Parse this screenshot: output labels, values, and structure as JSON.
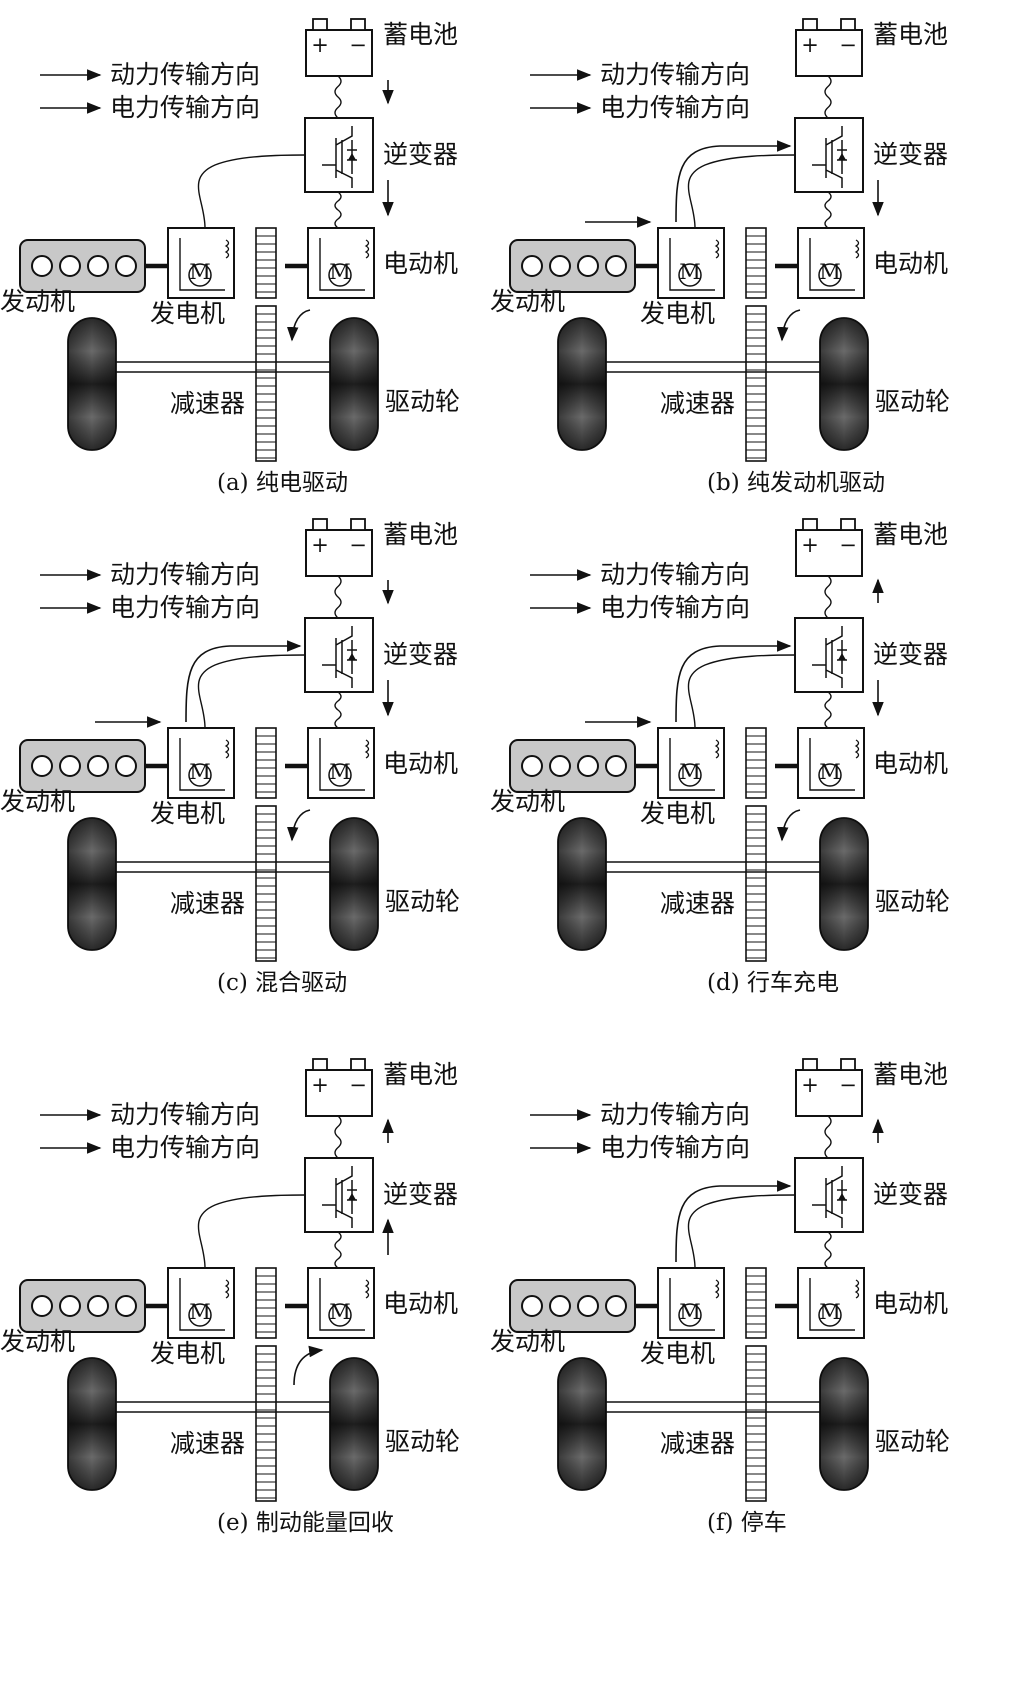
{
  "legend": {
    "power_label": "动力传输方向",
    "electric_label": "电力传输方向"
  },
  "components": {
    "battery": "蓄电池",
    "inverter": "逆变器",
    "motor": "电动机",
    "generator": "发电机",
    "engine": "发动机",
    "reducer": "减速器",
    "wheel": "驱动轮",
    "motor_glyph": "M",
    "plus": "+",
    "minus": "−"
  },
  "panels": [
    {
      "caption": "(a) 纯电驱动",
      "engine_drive": false,
      "electric_gen": false,
      "battery_flow": "down",
      "motor_flow": "down",
      "wheel_flow": "down"
    },
    {
      "caption": "(b) 纯发动机驱动",
      "engine_drive": true,
      "electric_gen": true,
      "battery_flow": "none",
      "motor_flow": "down",
      "wheel_flow": "down"
    },
    {
      "caption": "(c) 混合驱动",
      "engine_drive": true,
      "electric_gen": true,
      "battery_flow": "down",
      "motor_flow": "down",
      "wheel_flow": "down"
    },
    {
      "caption": "(d) 行车充电",
      "engine_drive": true,
      "electric_gen": true,
      "battery_flow": "up",
      "motor_flow": "down",
      "wheel_flow": "down"
    },
    {
      "caption": "(e) 制动能量回收",
      "engine_drive": false,
      "electric_gen": false,
      "battery_flow": "up",
      "motor_flow": "up",
      "wheel_flow": "up"
    },
    {
      "caption": "(f) 停车",
      "engine_drive": false,
      "electric_gen": true,
      "battery_flow": "up",
      "motor_flow": "none",
      "wheel_flow": "none"
    }
  ]
}
